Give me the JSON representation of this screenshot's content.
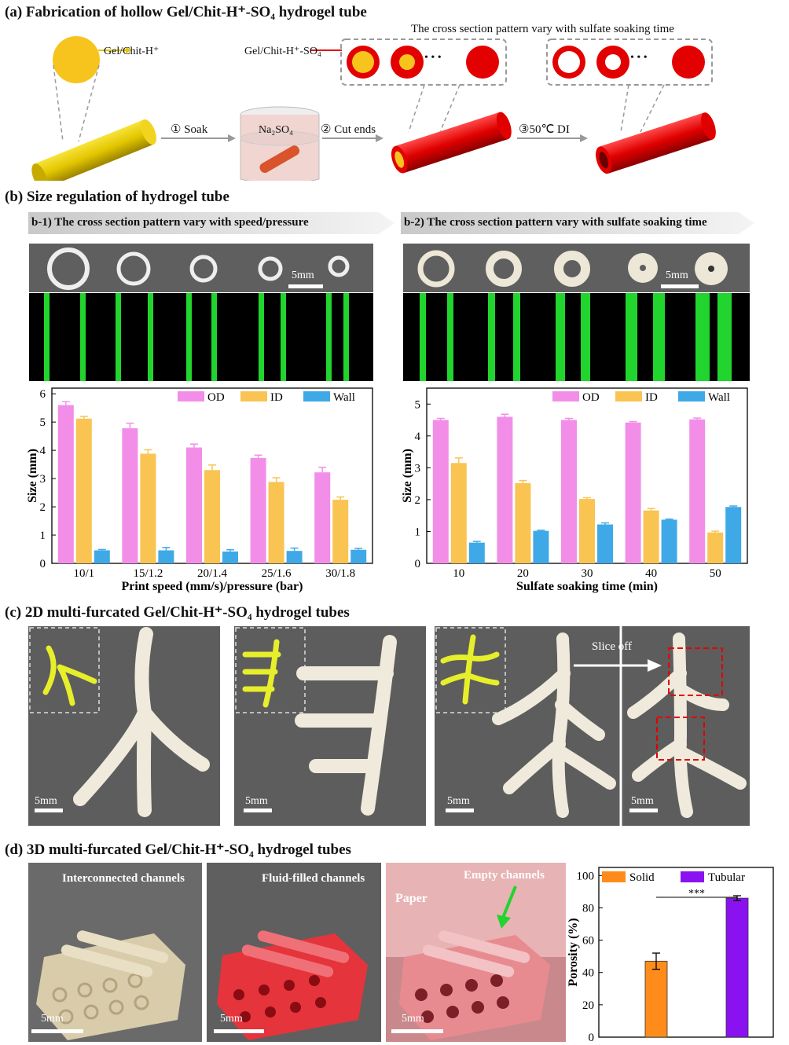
{
  "panel_a": {
    "title": "(a) Fabrication of hollow Gel/Chit-H⁺-SO₄ hydrogel tube",
    "label_gel": "Gel/Chit-H⁺",
    "label_gel_so4": "Gel/Chit-H⁺-SO₄",
    "pattern_note": "The cross section pattern vary with sulfate soaking time",
    "step1": "① Soak",
    "step2": "② Cut ends",
    "step3": "③50℃ DI",
    "beaker_label": "Na₂SO₄",
    "dots": "• • •"
  },
  "panel_b": {
    "title": "(b) Size regulation of hydrogel tube",
    "b1_header": "b-1)  The cross section pattern vary with speed/pressure",
    "b2_header": "b-2)  The cross section pattern vary with sulfate soaking time",
    "scale": "5mm",
    "colors": {
      "OD": "#f28ee8",
      "ID": "#f9c452",
      "Wall": "#3fa9e8"
    }
  },
  "chart_data": [
    {
      "type": "bar",
      "categories": [
        "10/1",
        "15/1.2",
        "20/1.4",
        "25/1.6",
        "30/1.8"
      ],
      "series": [
        {
          "name": "OD",
          "values": [
            5.6,
            4.78,
            4.1,
            3.73,
            3.22
          ],
          "errors": [
            0.12,
            0.18,
            0.12,
            0.1,
            0.18
          ]
        },
        {
          "name": "ID",
          "values": [
            5.12,
            3.88,
            3.3,
            2.88,
            2.25
          ],
          "errors": [
            0.08,
            0.14,
            0.18,
            0.15,
            0.1
          ]
        },
        {
          "name": "Wall",
          "values": [
            0.46,
            0.46,
            0.42,
            0.44,
            0.48
          ],
          "errors": [
            0.03,
            0.1,
            0.06,
            0.1,
            0.05
          ]
        }
      ],
      "xlabel": "Print speed (mm/s)/pressure (bar)",
      "ylabel": "Size (mm)",
      "ylim": [
        0,
        6.2
      ],
      "yticks": [
        0,
        1,
        2,
        3,
        4,
        5,
        6
      ],
      "legend": "top-right"
    },
    {
      "type": "bar",
      "categories": [
        "10",
        "20",
        "30",
        "40",
        "50"
      ],
      "series": [
        {
          "name": "OD",
          "values": [
            4.5,
            4.6,
            4.5,
            4.42,
            4.52
          ],
          "errors": [
            0.05,
            0.08,
            0.05,
            0.03,
            0.04
          ]
        },
        {
          "name": "ID",
          "values": [
            3.15,
            2.52,
            2.02,
            1.66,
            0.97
          ],
          "errors": [
            0.16,
            0.08,
            0.04,
            0.06,
            0.04
          ]
        },
        {
          "name": "Wall",
          "values": [
            0.65,
            1.02,
            1.22,
            1.37,
            1.77
          ],
          "errors": [
            0.04,
            0.02,
            0.05,
            0.02,
            0.03
          ]
        }
      ],
      "xlabel": "Sulfate soaking time (min)",
      "ylabel": "Size (mm)",
      "ylim": [
        0,
        5.5
      ],
      "yticks": [
        0,
        1,
        2,
        3,
        4,
        5
      ],
      "legend": "top-right"
    },
    {
      "type": "bar",
      "categories": [
        "Solid",
        "Tubular"
      ],
      "series": [
        {
          "name": "Solid",
          "values": [
            47,
            null
          ],
          "errors": [
            5,
            null
          ],
          "color": "#ff8c1a"
        },
        {
          "name": "Tubular",
          "values": [
            null,
            86
          ],
          "errors": [
            null,
            1.5
          ],
          "color": "#8b12f0"
        }
      ],
      "ylabel": "Porosity (%)",
      "ylim": [
        0,
        105
      ],
      "yticks": [
        0,
        20,
        40,
        60,
        80,
        100
      ],
      "significance": "***",
      "legend": "top"
    }
  ],
  "panel_c": {
    "title": "(c) 2D multi-furcated Gel/Chit-H⁺-SO₄ hydrogel tubes",
    "slice_label": "Slice off",
    "scale": "5mm"
  },
  "panel_d": {
    "title": "(d) 3D multi-furcated Gel/Chit-H⁺-SO₄ hydrogel tubes",
    "photo1_label": "Interconnected channels",
    "photo2_label": "Fluid-filled channels",
    "photo3_label": "Empty channels",
    "paper_label": "Paper",
    "scale": "5mm"
  }
}
